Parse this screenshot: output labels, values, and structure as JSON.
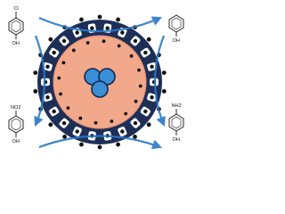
{
  "molecules": {
    "top_left": {
      "substituent": "Cl",
      "hydroxyl": "OH"
    },
    "top_right": {
      "hydroxyl": "OH"
    },
    "bottom_left": {
      "substituent": "NO2",
      "hydroxyl": "OH"
    },
    "bottom_right": {
      "substituent": "NH2",
      "hydroxyl": "OH"
    }
  },
  "colors": {
    "shell": "#1d2f57",
    "core": "#f2a88a",
    "core_edge": "#e8916f",
    "nanoparticle": "#3a8fd6",
    "arrow": "#2a78c8",
    "dot": "#111111",
    "cell": "#ffffff"
  }
}
